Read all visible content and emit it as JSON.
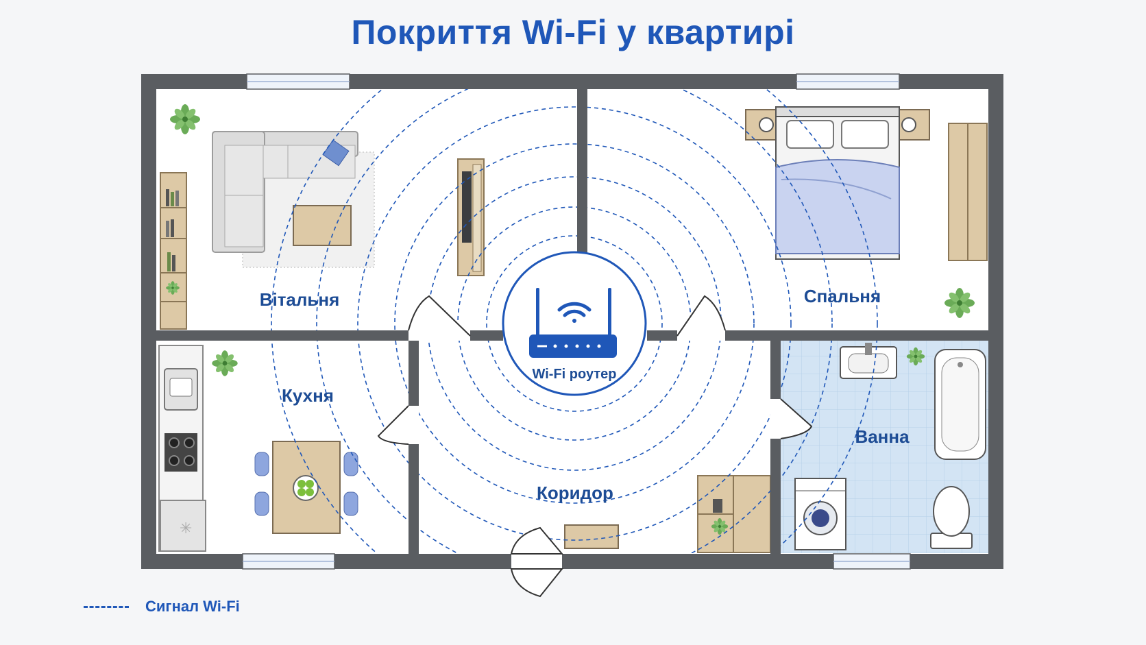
{
  "title": "Покриття Wi-Fi у квартирі",
  "rooms": {
    "living": "Вітальня",
    "bedroom": "Спальня",
    "kitchen": "Кухня",
    "bathroom": "Ванна",
    "corridor": "Коридор"
  },
  "router": {
    "label": "Wi-Fi роутер",
    "icon": "wifi-router-icon"
  },
  "legend": {
    "signal_label": "Сигнал Wi-Fi"
  },
  "colors": {
    "accent": "#1f57b8",
    "label": "#1d4c95",
    "wall": "#5a5d61",
    "bathroom_tile": "#d3e4f4",
    "wood": "#ddc9a6",
    "bed": "#c9d3f0",
    "plant": "#6aab57"
  }
}
